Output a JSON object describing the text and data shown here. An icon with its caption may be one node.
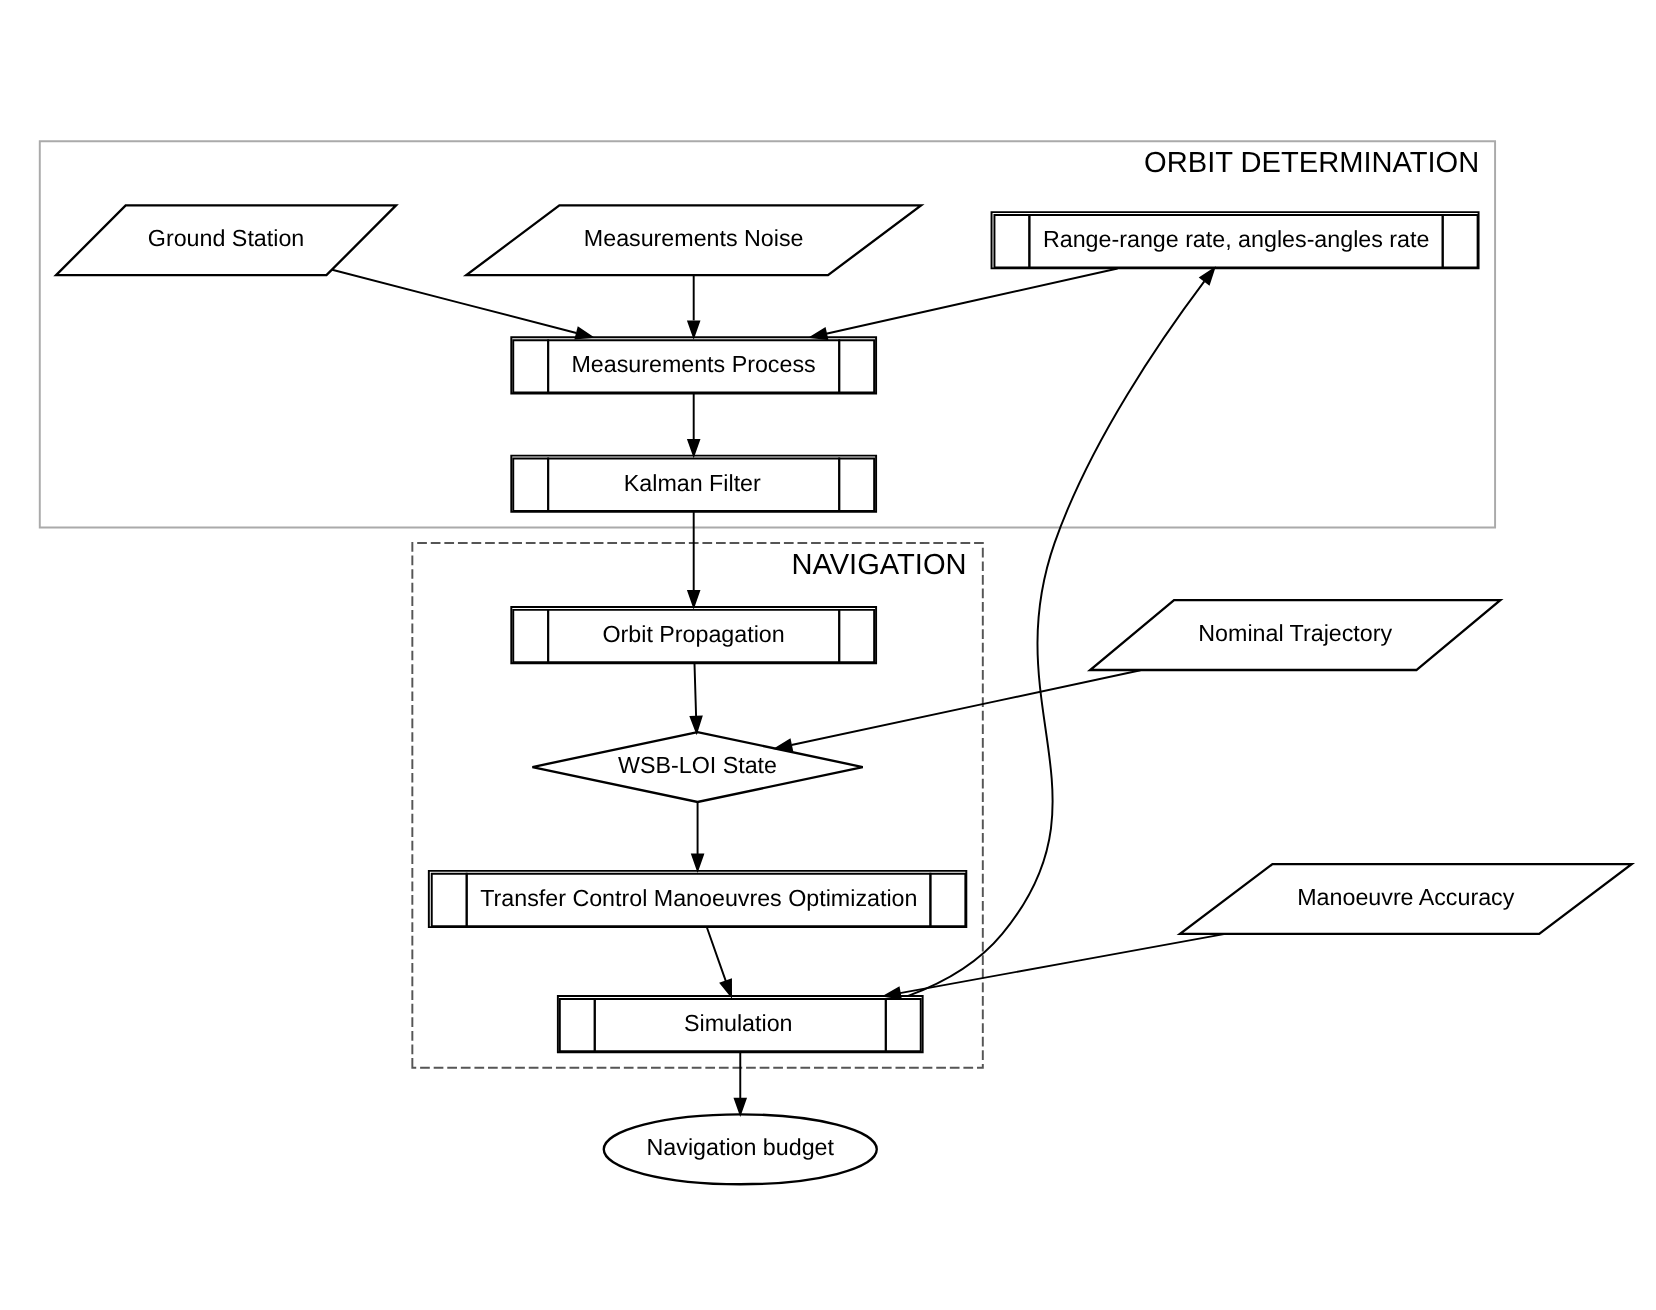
{
  "diagram": {
    "nodes": [
      {
        "text": [
          "ORBIT DETERMINATION"
        ]
      },
      {
        "text": [
          "Range-range rate, angles-angles rate"
        ],
        "in": 0
      },
      {
        "text": [
          "Measurements Process"
        ],
        "in": 0
      },
      {
        "text": [
          "Kalman Filter"
        ],
        "in": 0
      },
      {
        "text": [
          "Measurements Noise"
        ],
        "in": 0
      },
      {
        "text": [
          "Ground Station"
        ],
        "in": 0
      },
      {
        "text": [
          "Nominal Trajectory"
        ]
      },
      {
        "text": [
          "NAVIGATION"
        ]
      },
      {
        "text": [
          "Orbit Propagation"
        ],
        "in": 7
      },
      {
        "text": [
          "WSB-LOI State"
        ],
        "in": 7
      },
      {
        "text": [
          "Transfer Control Manoeuvres Optimization"
        ],
        "in": 7
      },
      {
        "text": [
          "Simulation"
        ],
        "in": 7
      },
      {
        "text": [
          "Manoeuvre Accuracy"
        ]
      },
      {
        "text": [
          "Navigation budget"
        ]
      }
    ],
    "edges": [
      {
        "from": 1,
        "to": 2,
        "arrow": "to"
      },
      {
        "from": 4,
        "to": 2,
        "arrow": "to"
      },
      {
        "from": 5,
        "to": 2,
        "arrow": "to"
      },
      {
        "from": 2,
        "to": 3,
        "arrow": "to"
      },
      {
        "from": 3,
        "to": 8,
        "arrow": "to"
      },
      {
        "from": 8,
        "to": 9,
        "arrow": "to"
      },
      {
        "from": 6,
        "to": 9,
        "arrow": "to"
      },
      {
        "from": 9,
        "to": 10,
        "arrow": "to"
      },
      {
        "from": 10,
        "to": 11,
        "arrow": "to"
      },
      {
        "from": 12,
        "to": 11,
        "arrow": "to"
      },
      {
        "from": 11,
        "to": 13,
        "arrow": "to"
      },
      {
        "from": 11,
        "to": 1,
        "arrow": "to"
      }
    ]
  }
}
